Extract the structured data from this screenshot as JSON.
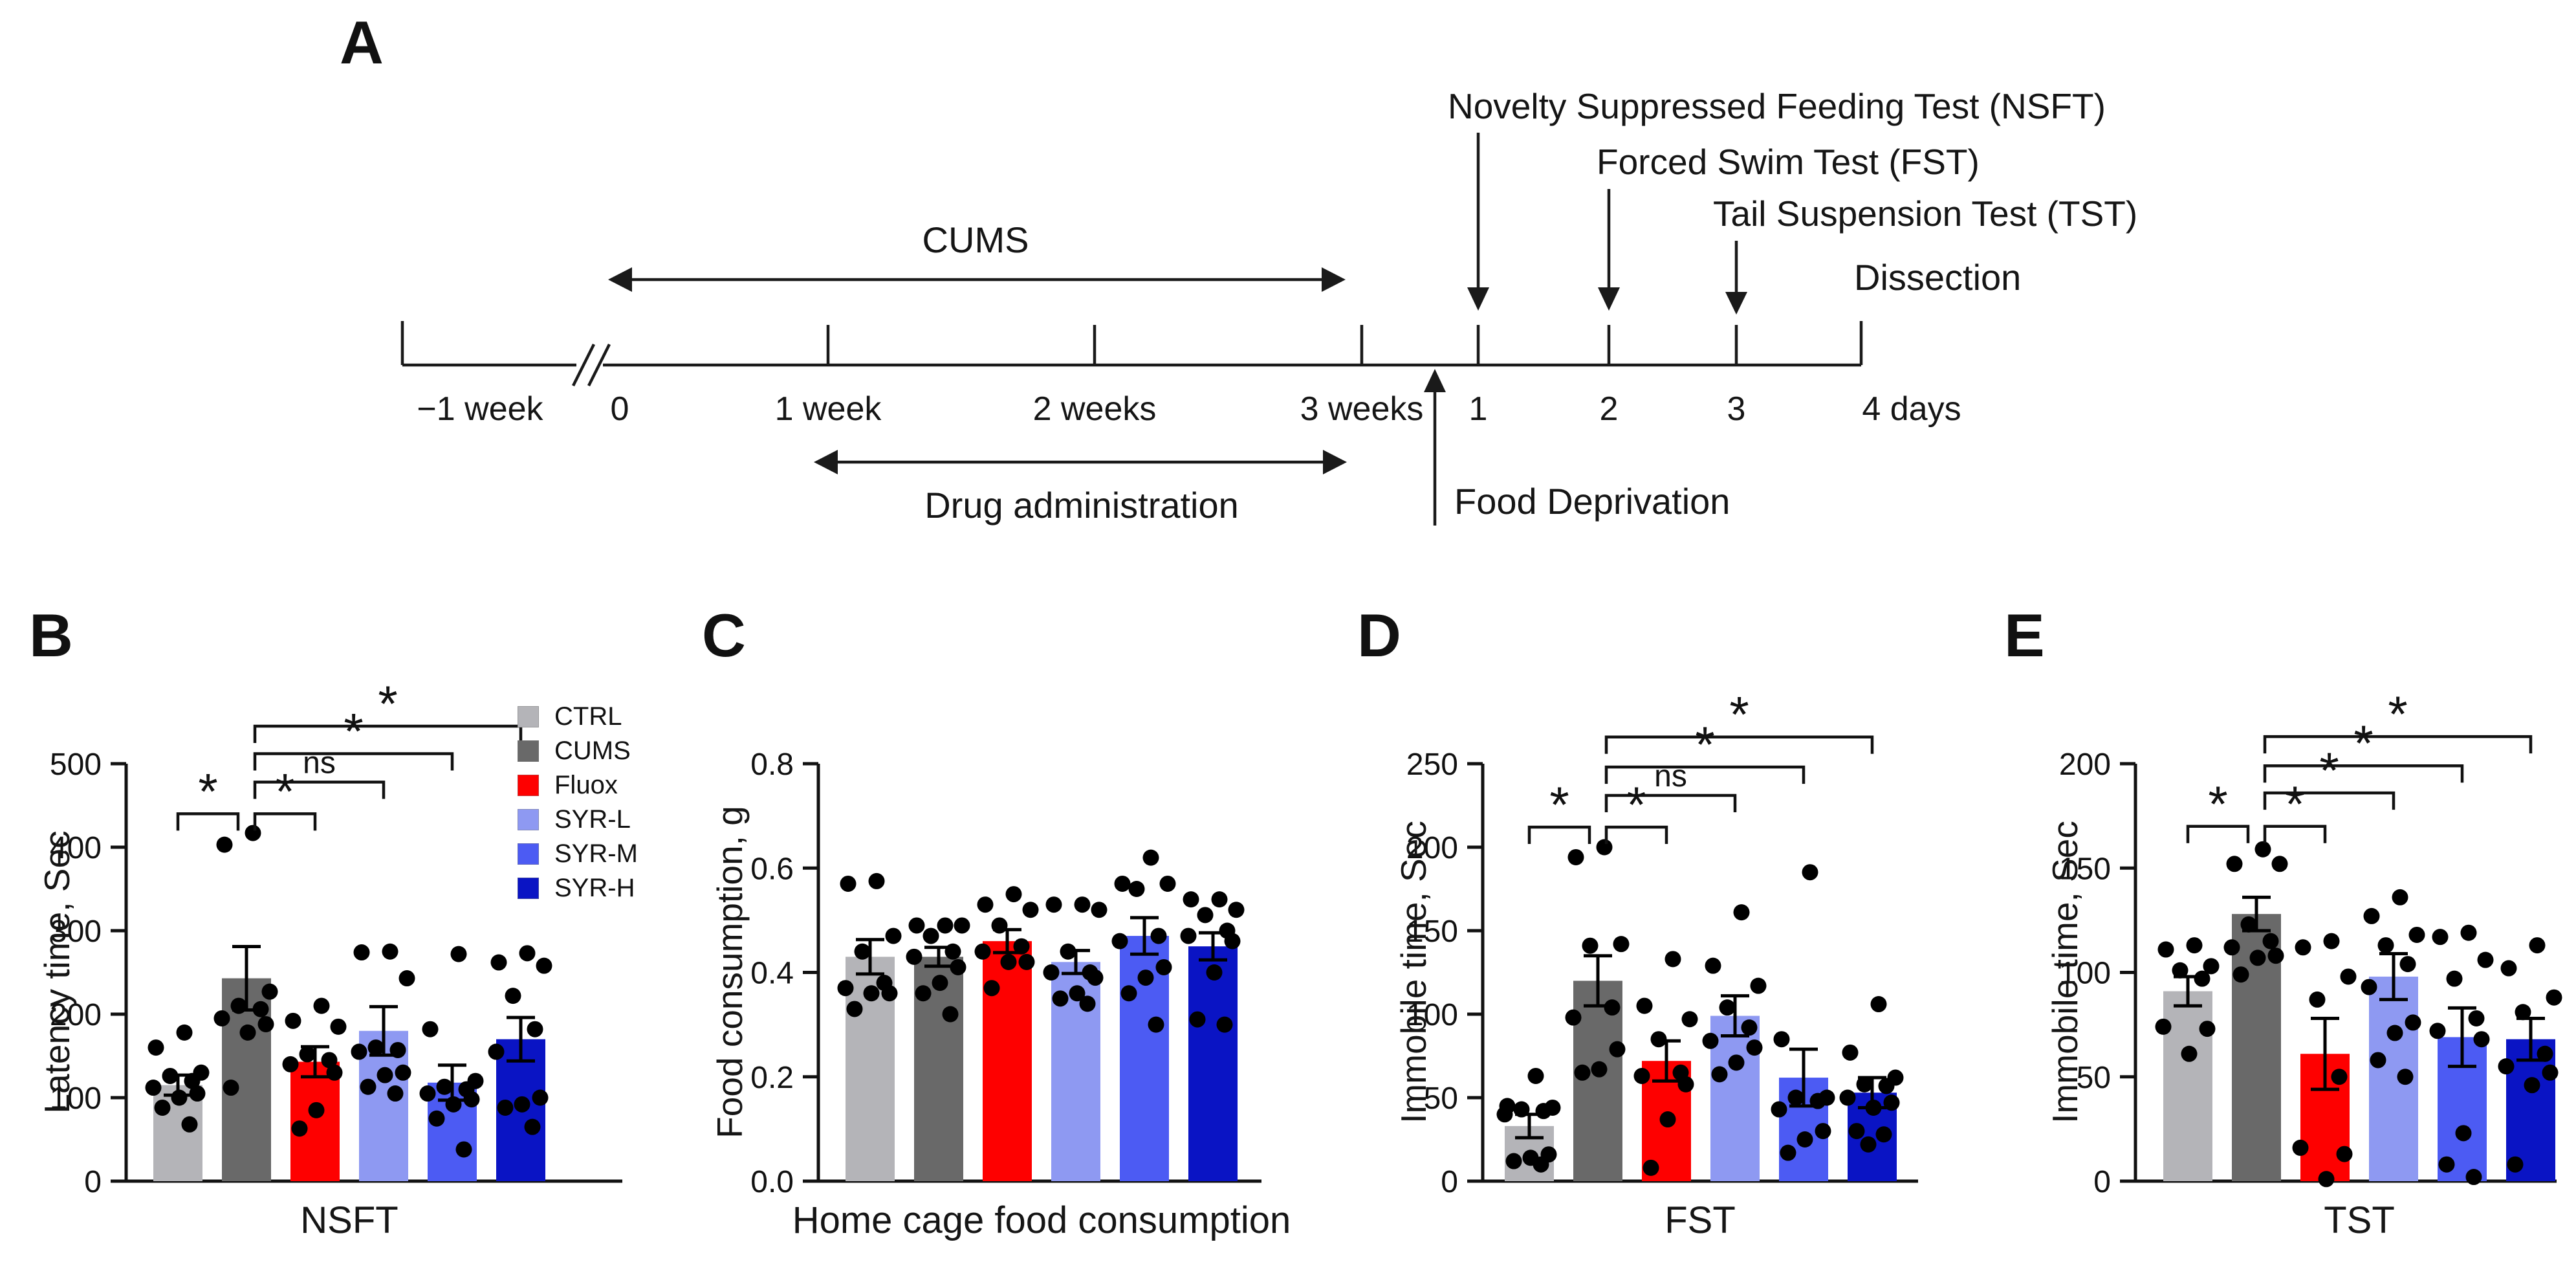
{
  "colors": {
    "groups": [
      "#b4b4b8",
      "#696969",
      "#fe0000",
      "#8e99f2",
      "#4c5bf3",
      "#0a14c4"
    ],
    "axis": "#111111",
    "points": "#000000",
    "background": "#ffffff"
  },
  "panel_a": {
    "letter": "A",
    "cums_arrow_label": "CUMS",
    "drug_arrow_label": "Drug administration",
    "food_deprivation_label": "Food Deprivation",
    "dissection_label": "Dissection",
    "test_labels": [
      "Novelty Suppressed Feeding Test (NSFT)",
      "Forced Swim Test (FST)",
      "Tail Suspension Test (TST)"
    ],
    "timeline_ticks": [
      "−1 week",
      "0",
      "1 week",
      "2 weeks",
      "3 weeks",
      "1",
      "2",
      "3",
      "4 days"
    ]
  },
  "legend": [
    "CTRL",
    "CUMS",
    "Fluox",
    "SYR-L",
    "SYR-M",
    "SYR-H"
  ],
  "chart_data": [
    {
      "panel": "B",
      "type": "bar",
      "title": "NSFT",
      "ylabel": "Latency time, Sec",
      "ymax": 500,
      "ystep": 100,
      "ydecimals": 0,
      "ylim": [
        0,
        500
      ],
      "grid": false,
      "legend_position": "top-right",
      "categories": [
        "CTRL",
        "CUMS",
        "Fluox",
        "SYR-L",
        "SYR-M",
        "SYR-H"
      ],
      "means": [
        115,
        243,
        143,
        180,
        118,
        170
      ],
      "sems": [
        12,
        38,
        18,
        29,
        21,
        26
      ],
      "points": [
        [
          178,
          160,
          130,
          126,
          120,
          112,
          105,
          100,
          88,
          68
        ],
        [
          417,
          403,
          227,
          210,
          206,
          195,
          188,
          178,
          112
        ],
        [
          210,
          192,
          185,
          152,
          145,
          140,
          130,
          85,
          63
        ],
        [
          275,
          274,
          243,
          160,
          157,
          155,
          130,
          127,
          113,
          105
        ],
        [
          272,
          182,
          120,
          113,
          110,
          105,
          98,
          92,
          75,
          38
        ],
        [
          273,
          262,
          258,
          222,
          182,
          155,
          100,
          92,
          88,
          65
        ]
      ],
      "brackets": [
        {
          "from": 0,
          "to": 1,
          "label": "*",
          "y": 440
        },
        {
          "from": 1,
          "to": 2,
          "label": "*",
          "y": 440
        },
        {
          "from": 1,
          "to": 3,
          "label": "ns",
          "y": 478
        },
        {
          "from": 1,
          "to": 4,
          "label": "*",
          "y": 512
        },
        {
          "from": 1,
          "to": 5,
          "label": "*",
          "y": 545
        }
      ]
    },
    {
      "panel": "C",
      "type": "bar",
      "title": "Home cage food consumption",
      "ylabel": "Food consumption, g",
      "ymax": 0.8,
      "ystep": 0.2,
      "ydecimals": 1,
      "ylim": [
        0,
        0.8
      ],
      "grid": false,
      "legend_position": "none",
      "categories": [
        "CTRL",
        "CUMS",
        "Fluox",
        "SYR-L",
        "SYR-M",
        "SYR-H"
      ],
      "means": [
        0.43,
        0.43,
        0.46,
        0.42,
        0.47,
        0.45
      ],
      "sems": [
        0.033,
        0.018,
        0.022,
        0.022,
        0.035,
        0.026
      ],
      "points": [
        [
          0.575,
          0.57,
          0.47,
          0.44,
          0.38,
          0.37,
          0.36,
          0.36,
          0.33
        ],
        [
          0.49,
          0.49,
          0.49,
          0.47,
          0.44,
          0.43,
          0.41,
          0.38,
          0.36,
          0.32
        ],
        [
          0.55,
          0.53,
          0.52,
          0.49,
          0.45,
          0.44,
          0.42,
          0.42,
          0.37
        ],
        [
          0.53,
          0.53,
          0.52,
          0.44,
          0.4,
          0.4,
          0.39,
          0.36,
          0.35,
          0.34
        ],
        [
          0.62,
          0.57,
          0.57,
          0.56,
          0.47,
          0.46,
          0.41,
          0.39,
          0.36,
          0.3
        ],
        [
          0.54,
          0.54,
          0.52,
          0.51,
          0.48,
          0.47,
          0.46,
          0.4,
          0.31,
          0.3
        ]
      ],
      "brackets": []
    },
    {
      "panel": "D",
      "type": "bar",
      "title": "FST",
      "ylabel": "Immobile time, Sec",
      "ymax": 250,
      "ystep": 50,
      "ydecimals": 0,
      "ylim": [
        0,
        250
      ],
      "grid": false,
      "legend_position": "none",
      "categories": [
        "CTRL",
        "CUMS",
        "Fluox",
        "SYR-L",
        "SYR-M",
        "SYR-H"
      ],
      "means": [
        33,
        120,
        72,
        99,
        62,
        53
      ],
      "sems": [
        7,
        15,
        12,
        12,
        17,
        9
      ],
      "points": [
        [
          63,
          45,
          44,
          43,
          42,
          40,
          16,
          14,
          12,
          10
        ],
        [
          200,
          194,
          142,
          141,
          104,
          98,
          79,
          67,
          65
        ],
        [
          133,
          105,
          97,
          85,
          65,
          63,
          58,
          37,
          8
        ],
        [
          161,
          129,
          117,
          104,
          92,
          84,
          80,
          71,
          64
        ],
        [
          185,
          85,
          50,
          50,
          48,
          43,
          30,
          25,
          17
        ],
        [
          106,
          77,
          62,
          58,
          57,
          50,
          47,
          44,
          30,
          28,
          22
        ]
      ],
      "brackets": [
        {
          "from": 0,
          "to": 1,
          "label": "*",
          "y": 212
        },
        {
          "from": 1,
          "to": 2,
          "label": "*",
          "y": 212
        },
        {
          "from": 1,
          "to": 3,
          "label": "ns",
          "y": 231
        },
        {
          "from": 1,
          "to": 4,
          "label": "*",
          "y": 248
        },
        {
          "from": 1,
          "to": 5,
          "label": "*",
          "y": 266
        }
      ]
    },
    {
      "panel": "E",
      "type": "bar",
      "title": "TST",
      "ylabel": "Immobile time, Sec",
      "ymax": 200,
      "ystep": 50,
      "ydecimals": 0,
      "ylim": [
        0,
        200
      ],
      "grid": false,
      "legend_position": "none",
      "categories": [
        "CTRL",
        "CUMS",
        "Fluox",
        "SYR-L",
        "SYR-M",
        "SYR-H"
      ],
      "means": [
        91,
        128,
        61,
        98,
        69,
        68
      ],
      "sems": [
        7,
        8,
        17,
        11,
        14,
        10
      ],
      "points": [
        [
          113,
          111,
          103,
          101,
          97,
          74,
          73,
          61
        ],
        [
          159,
          152,
          152,
          123,
          115,
          112,
          108,
          107,
          99
        ],
        [
          115,
          112,
          98,
          87,
          50,
          16,
          13,
          1
        ],
        [
          136,
          127,
          118,
          113,
          104,
          93,
          76,
          71,
          58,
          50
        ],
        [
          119,
          117,
          106,
          97,
          78,
          72,
          68,
          23,
          8,
          2
        ],
        [
          113,
          102,
          88,
          81,
          61,
          55,
          52,
          46,
          8
        ]
      ],
      "brackets": [
        {
          "from": 0,
          "to": 1,
          "label": "*",
          "y": 170
        },
        {
          "from": 1,
          "to": 2,
          "label": "*",
          "y": 170
        },
        {
          "from": 1,
          "to": 3,
          "label": "*",
          "y": 186
        },
        {
          "from": 1,
          "to": 4,
          "label": "*",
          "y": 199
        },
        {
          "from": 1,
          "to": 5,
          "label": "*",
          "y": 213
        }
      ]
    }
  ]
}
